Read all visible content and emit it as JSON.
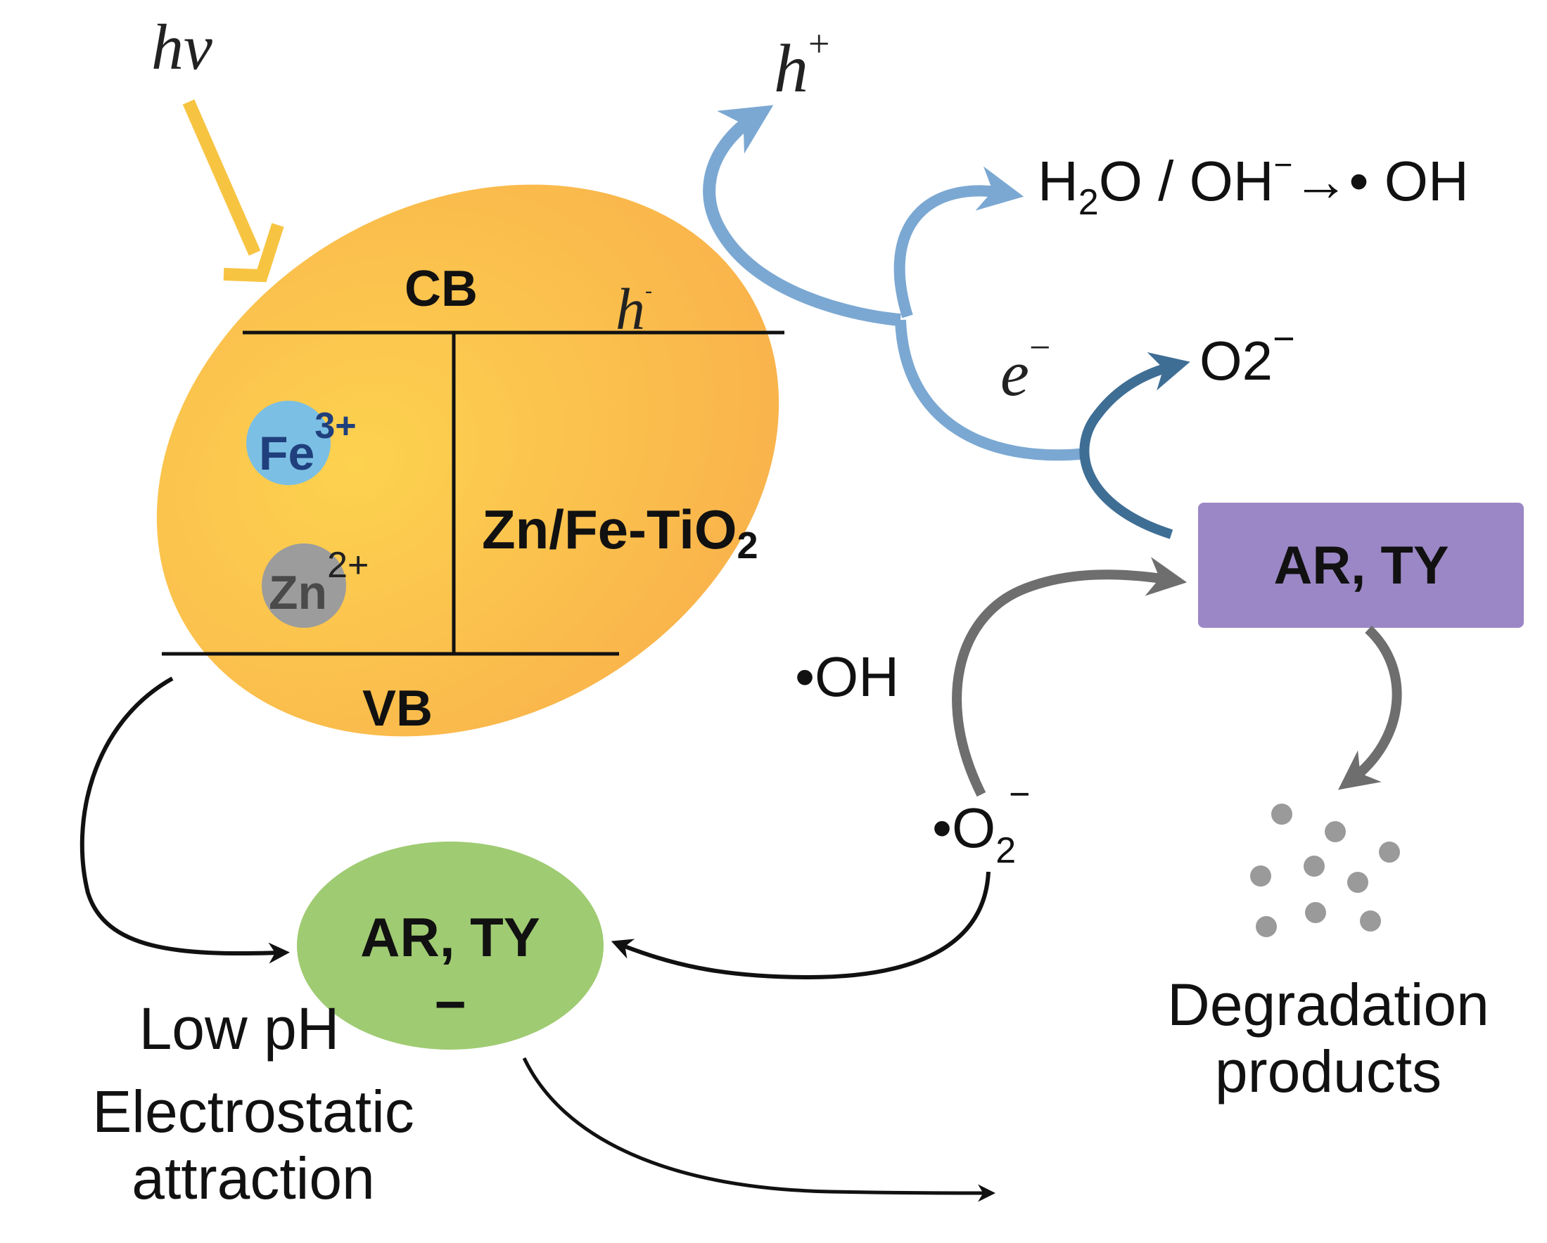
{
  "colors": {
    "particle_fill": "#f9b34b",
    "particle_center": "#fdd24f",
    "light_arrow": "#f7c442",
    "blue_arrow": "#7ba8d2",
    "dark_blue_arrow": "#3f6e95",
    "gray_arrow": "#6e6e6e",
    "fe_circle": "#7cbfe4",
    "fe_text": "#1f3f7d",
    "zn_circle": "#9c9c9c",
    "zn_text": "#4a4a4a",
    "purple_box": "#9b87c6",
    "green_ellipse": "#9fcb72",
    "dots": "#9a9a9a"
  },
  "labels": {
    "light": {
      "h": "h",
      "nu": "ν"
    },
    "cb": "CB",
    "vb": "VB",
    "cb_carrier": {
      "base": "h",
      "sup": "-"
    },
    "fe": {
      "base": "Fe",
      "sup": "3+"
    },
    "zn": {
      "base": "Zn",
      "sup": "2+"
    },
    "catalyst": {
      "base": "Zn/Fe-TiO",
      "sub": "2"
    },
    "hole": {
      "base": "h",
      "sup": "+"
    },
    "water_reaction": {
      "a": "H",
      "sub": "2",
      "b": "O / OH",
      "sup": "−",
      "arrow": "→",
      "c": "• OH"
    },
    "electron": {
      "base": "e",
      "sup": "−"
    },
    "superoxide_top": {
      "base": "O2",
      "sup": "−"
    },
    "pollutant_box": "AR, TY",
    "hydroxyl": "•OH",
    "superoxide_bottom": {
      "dot": "•",
      "base": "O",
      "sub": "2",
      "sup": "−"
    },
    "pollutant_ellipse": {
      "line1": "AR, TY",
      "line2": "−"
    },
    "low_ph": [
      "Low pH",
      "Electrostatic",
      "attraction"
    ],
    "degradation": [
      "Degradation",
      "products"
    ]
  }
}
